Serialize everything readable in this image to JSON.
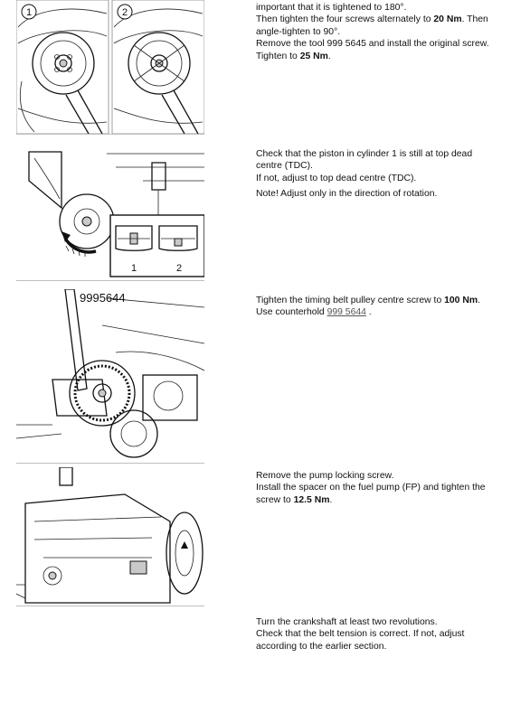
{
  "steps": [
    {
      "figure": {
        "panel_labels": [
          "1",
          "2"
        ]
      },
      "lines": [
        {
          "text": "important that it is tightened to 180°."
        },
        {
          "pre": "Then tighten the four screws alternately to ",
          "bold": "20 Nm",
          "post": ". Then"
        },
        {
          "text": "angle-tighten to 90°."
        },
        {
          "text": "Remove the tool 999 5645 and install the original screw."
        },
        {
          "pre": "Tighten to ",
          "bold": "25 Nm",
          "post": "."
        }
      ]
    },
    {
      "figure": {
        "panel_labels": [
          "1",
          "2"
        ]
      },
      "lines": [
        {
          "text": "Check that the piston in cylinder 1 is still at top dead"
        },
        {
          "text": "centre (TDC)."
        },
        {
          "text": "If not, adjust to top dead centre (TDC)."
        }
      ],
      "note": "Note! Adjust only in the direction of rotation."
    },
    {
      "figure": {
        "tool_label": "9995644"
      },
      "lines": [
        {
          "pre": "Tighten the timing belt pulley centre screw to ",
          "bold": "100 Nm",
          "post": "."
        },
        {
          "pre": "Use counterhold ",
          "link": "999 5644",
          "post": " ."
        }
      ]
    },
    {
      "figure": {},
      "lines": [
        {
          "text": "Remove the pump locking screw."
        },
        {
          "text": "Install the spacer on the fuel pump (FP) and tighten the"
        },
        {
          "pre": "screw to ",
          "bold": "12.5 Nm",
          "post": "."
        }
      ]
    },
    {
      "lines": [
        {
          "text": "Turn the crankshaft at least two revolutions."
        },
        {
          "text": "Check that the belt tension is correct. If not, adjust"
        },
        {
          "text": "according to the earlier section."
        }
      ]
    }
  ]
}
